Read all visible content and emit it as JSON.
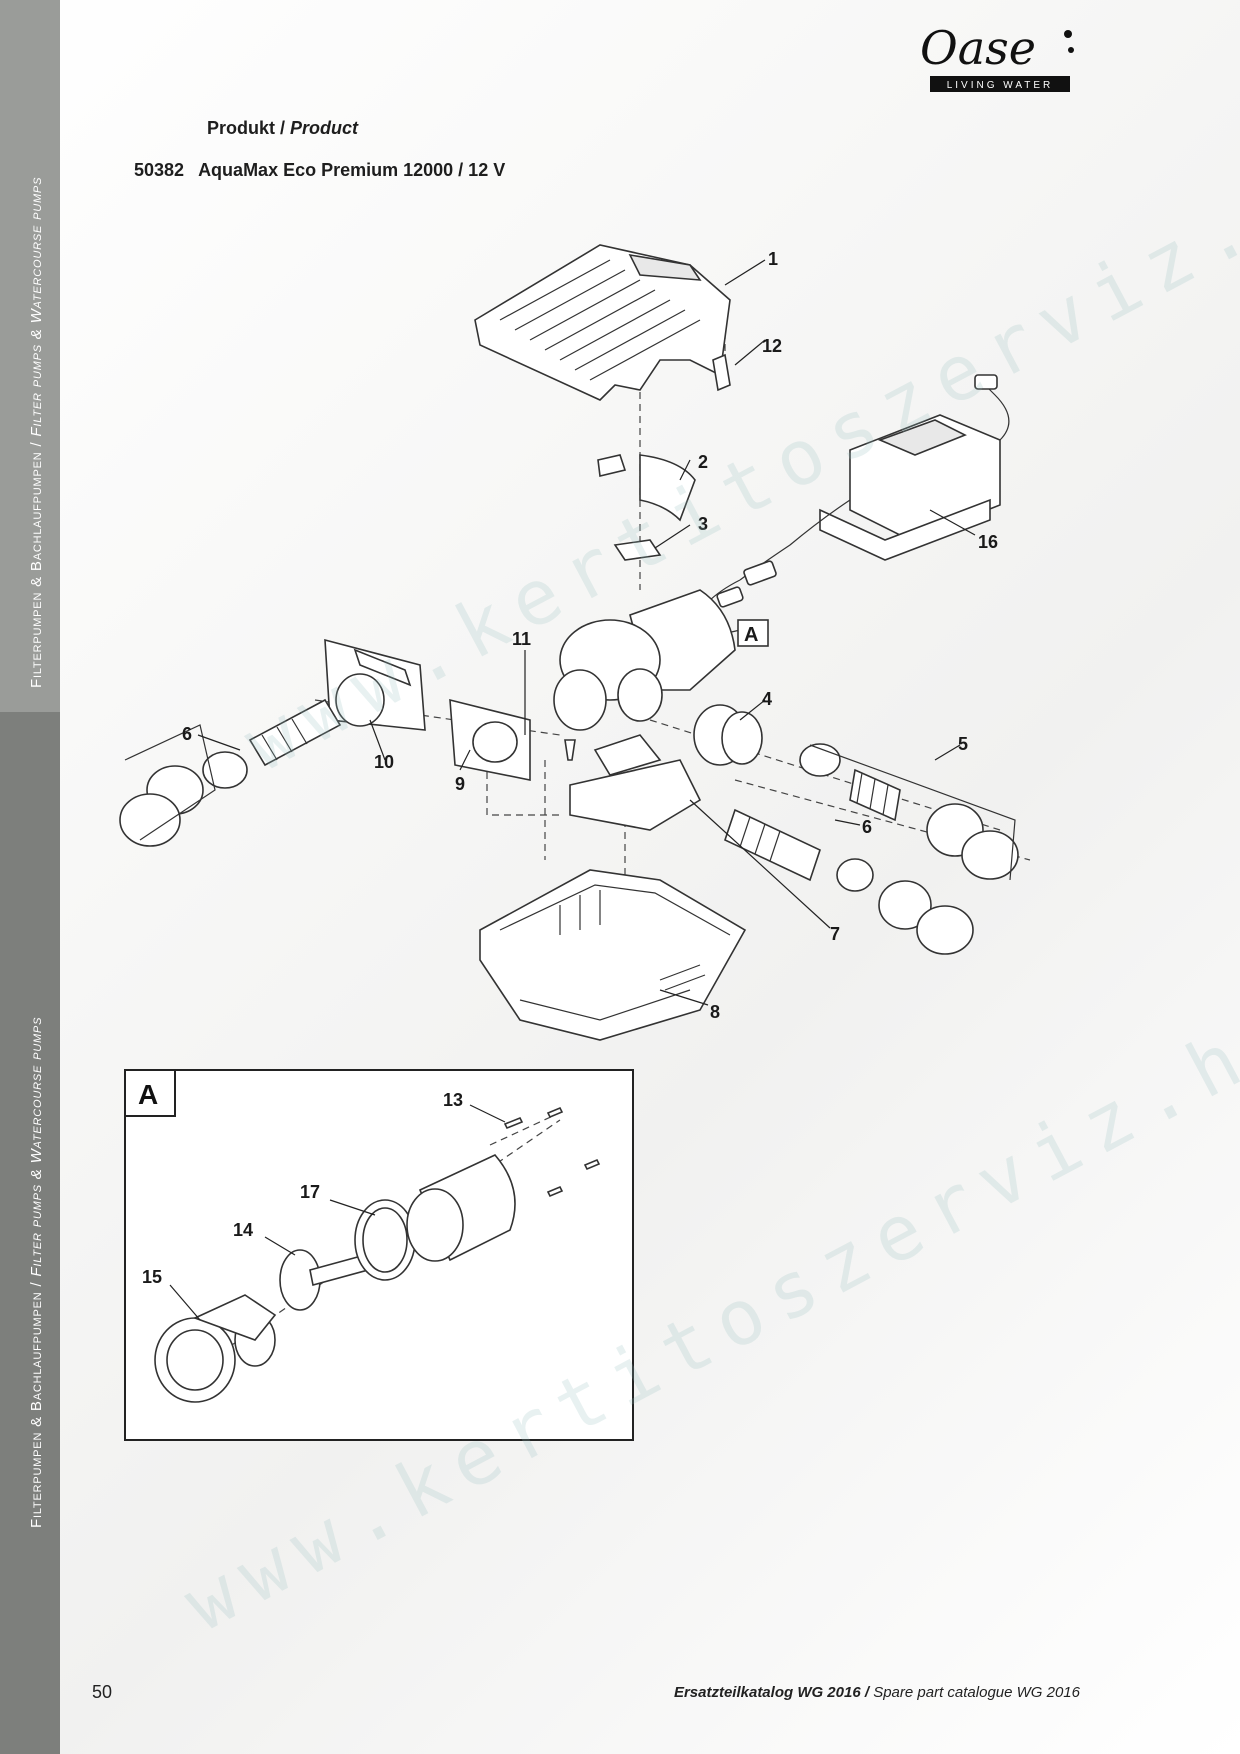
{
  "sidebar": {
    "upper_de": "Filterpumpen & Bachlaufpumpen",
    "upper_en": "Filter pumps & Watercourse pumps",
    "lower_de": "Filterpumpen & Bachlaufpumpen",
    "lower_en": "Filter pumps & Watercourse pumps",
    "separator": " / "
  },
  "logo": {
    "brand": "Oase",
    "tagline": "LIVING WATER"
  },
  "product": {
    "heading_de": "Produkt",
    "heading_sep": " / ",
    "heading_en": "Product",
    "code": "50382",
    "name": "AquaMax Eco Premium 12000 / 12 V"
  },
  "diagram": {
    "callouts": [
      "1",
      "12",
      "2",
      "3",
      "16",
      "11",
      "A",
      "4",
      "5",
      "6",
      "10",
      "9",
      "6",
      "7",
      "8"
    ],
    "detail_label": "A",
    "detail_callouts": [
      "13",
      "17",
      "14",
      "15"
    ]
  },
  "watermark": "www.kertitoszerviz.hu",
  "footer": {
    "page_number": "50",
    "catalog_de": "Ersatzteilkatalog WG 2016",
    "sep": " / ",
    "catalog_en": "Spare part catalogue WG 2016"
  }
}
